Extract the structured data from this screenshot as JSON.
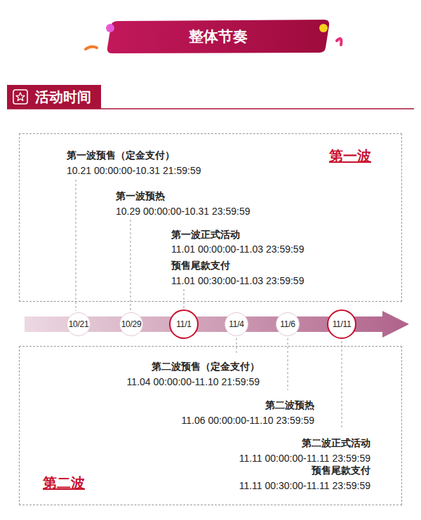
{
  "diagram": {
    "title": "整体节奏",
    "nodes": [
      {
        "text": [
          "活动时间"
        ]
      },
      {
        "text": [
          "第一波"
        ]
      },
      {
        "text": [
          "10/21"
        ]
      },
      {
        "text": [
          "10/29"
        ]
      },
      {
        "text": [
          "11/1"
        ]
      },
      {
        "text": [
          "11/4"
        ]
      },
      {
        "text": [
          "11/6"
        ]
      },
      {
        "text": [
          "11/11"
        ]
      },
      {
        "text": [
          "第二波"
        ]
      }
    ],
    "labels": [
      "第一波预售（定金支付）",
      "10.21 00:00:00-10.31 21:59:59",
      "第一波预热",
      "10.29 00:00:00-10.31 23:59:59",
      "第一波正式活动",
      "11.01 00:00:00-11.03 23:59:59",
      "预售尾款支付",
      "11.01 00:30:00-11.03 23:59:59",
      "第二波预售（定金支付）",
      "11.04 00:00:00-11.10 21:59:59",
      "第二波预热",
      "11.06 00:00:00-11.10 23:59:59",
      "第二波正式活动",
      "11.11 00:00:00-11.11 23:59:59",
      "预售尾款支付",
      "11.11 00:30:00-11.11 23:59:59"
    ]
  }
}
